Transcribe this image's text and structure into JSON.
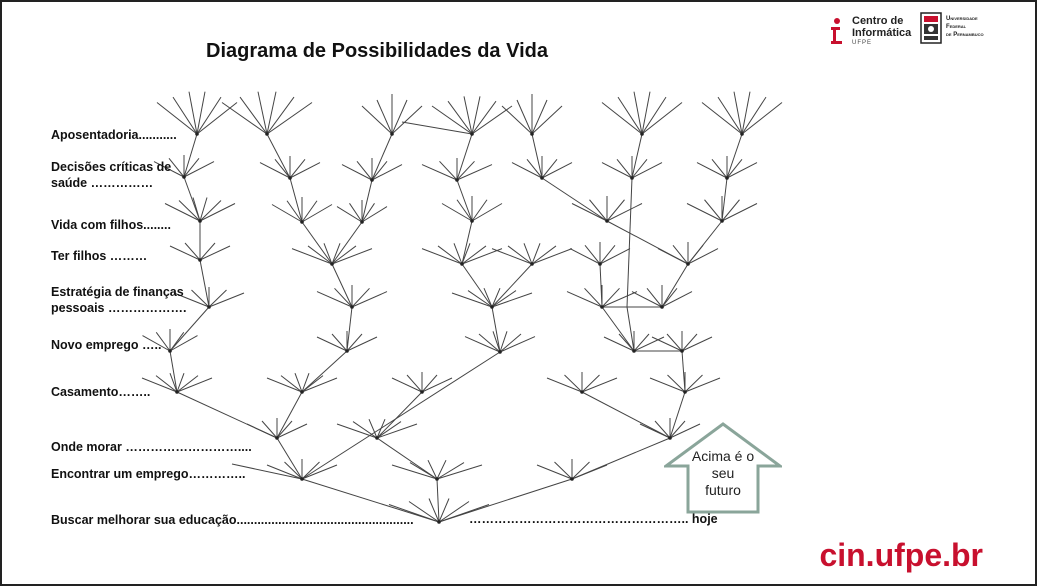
{
  "title": "Diagrama de Possibilidades da Vida",
  "labels": [
    "Aposentadoria...........",
    "Decisões críticas de\nsaúde ……………",
    "Vida com filhos........",
    "Ter filhos ………",
    "Estratégia de finanças\npessoais ……………….",
    "Novo emprego …..",
    "Casamento……..",
    "Onde morar ………………………....",
    "Encontrar um emprego…………..",
    "Buscar melhorar sua educação..................................................."
  ],
  "right_line": "…………………………………………….. hoje",
  "arrow": {
    "line1": "Acima é o",
    "line2": "seu",
    "line3": "futuro"
  },
  "logos": {
    "cin_line1": "Centro de",
    "cin_line2": "Informática",
    "cin_line3": "UFPE",
    "uf_line1": "Universidade",
    "uf_line2": "Federal",
    "uf_line3": "de Pernambuco"
  },
  "footer": "cin.ufpe.br",
  "colors": {
    "accent": "#c8102e",
    "arrow": "#8aa59a",
    "line": "#444444"
  }
}
